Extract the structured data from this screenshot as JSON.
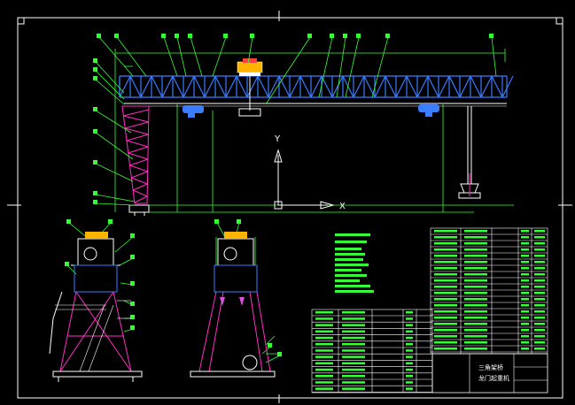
{
  "drawing": {
    "background": "#000000",
    "axis_labels": {
      "y": "Y",
      "x": "X"
    },
    "title_block": {
      "line1": "三角架桥",
      "line2": "龙门起重机"
    },
    "colors": {
      "frame": "#ffffff",
      "girder": "#3a7dff",
      "leg": "#ff2fbf",
      "leader": "#37ff37",
      "text": "#37ff37",
      "table": "#ffffff",
      "hoist": "#d94fd9",
      "trolley": "#ffb400"
    }
  }
}
